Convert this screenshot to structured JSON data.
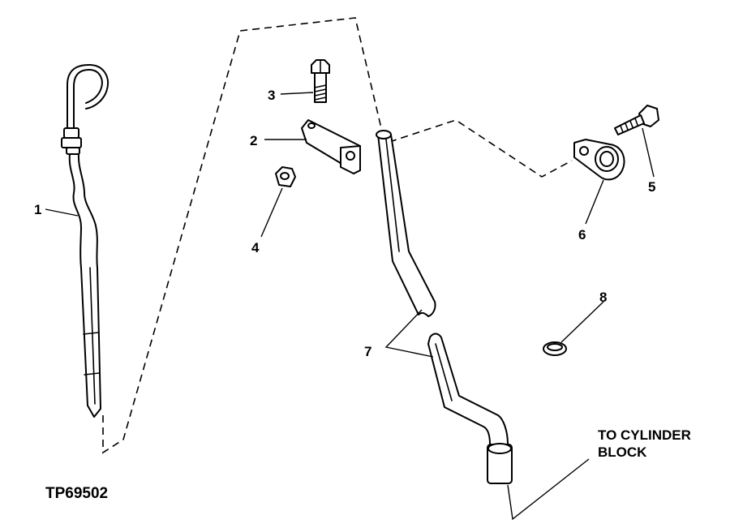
{
  "callouts": {
    "c1": "1",
    "c2": "2",
    "c3": "3",
    "c4": "4",
    "c5": "5",
    "c6": "6",
    "c7": "7",
    "c8": "8"
  },
  "note": {
    "line1": "TO CYLINDER",
    "line2": "BLOCK"
  },
  "figure_id": "TP69502"
}
